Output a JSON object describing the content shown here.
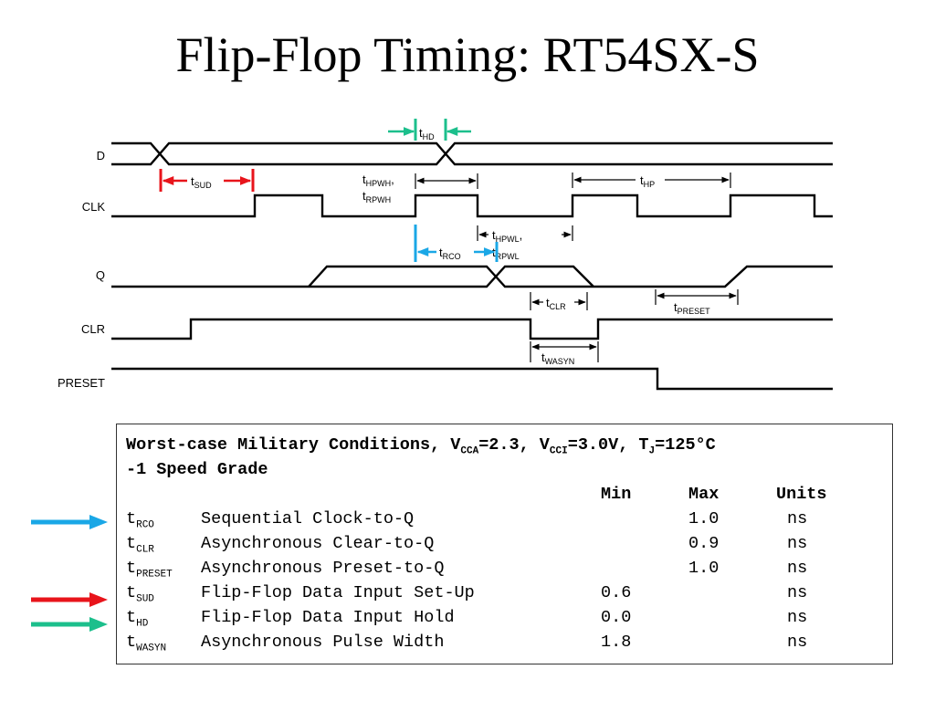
{
  "title": "Flip-Flop Timing: RT54SX-S",
  "colors": {
    "rco": "#1AA7E6",
    "sud": "#E8141B",
    "hd": "#1CBF8C"
  },
  "diagram": {
    "signals": [
      "D",
      "CLK",
      "Q",
      "CLR",
      "PRESET"
    ],
    "labels": {
      "hd": {
        "t": "t",
        "s": "HD"
      },
      "sud": {
        "t": "t",
        "s": "SUD"
      },
      "hpwh1": {
        "t": "t",
        "s": "HPWH",
        "tail": ","
      },
      "hpwh2": {
        "t": "t",
        "s": "RPWH"
      },
      "hp": {
        "t": "t",
        "s": "HP"
      },
      "hpwl1": {
        "t": "t",
        "s": "HPWL",
        "tail": ","
      },
      "hpwl2": {
        "t": "t",
        "s": "RPWL"
      },
      "rco": {
        "t": "t",
        "s": "RCO"
      },
      "clr": {
        "t": "t",
        "s": "CLR"
      },
      "preset": {
        "t": "t",
        "s": "PRESET"
      },
      "wasyn": {
        "t": "t",
        "s": "WASYN"
      }
    }
  },
  "spec": {
    "cond_a": "Worst-case Military Conditions, V",
    "cond_sub1": "CCA",
    "cond_b": "=2.3, V",
    "cond_sub2": "CCI",
    "cond_c": "=3.0V, T",
    "cond_sub3": "J",
    "cond_d": "=125°C",
    "grade": "-1 Speed Grade",
    "headers": {
      "min": "Min",
      "max": "Max",
      "units": "Units"
    },
    "rows": [
      {
        "t": "t",
        "sub": "RCO",
        "desc": "Sequential Clock-to-Q",
        "min": "",
        "max": "1.0",
        "units": "ns",
        "indicator": "rco"
      },
      {
        "t": "t",
        "sub": "CLR",
        "desc": "Asynchronous Clear-to-Q",
        "min": "",
        "max": "0.9",
        "units": "ns"
      },
      {
        "t": "t",
        "sub": "PRESET",
        "desc": "Asynchronous Preset-to-Q",
        "min": "",
        "max": "1.0",
        "units": "ns"
      },
      {
        "t": "t",
        "sub": "SUD",
        "desc": "Flip-Flop Data Input Set-Up",
        "min": "0.6",
        "max": "",
        "units": "ns",
        "indicator": "sud"
      },
      {
        "t": "t",
        "sub": "HD",
        "desc": "Flip-Flop Data Input Hold",
        "min": "0.0",
        "max": "",
        "units": "ns",
        "indicator": "hd"
      },
      {
        "t": "t",
        "sub": "WASYN",
        "desc": "Asynchronous Pulse Width",
        "min": "1.8",
        "max": "",
        "units": "ns"
      }
    ]
  }
}
